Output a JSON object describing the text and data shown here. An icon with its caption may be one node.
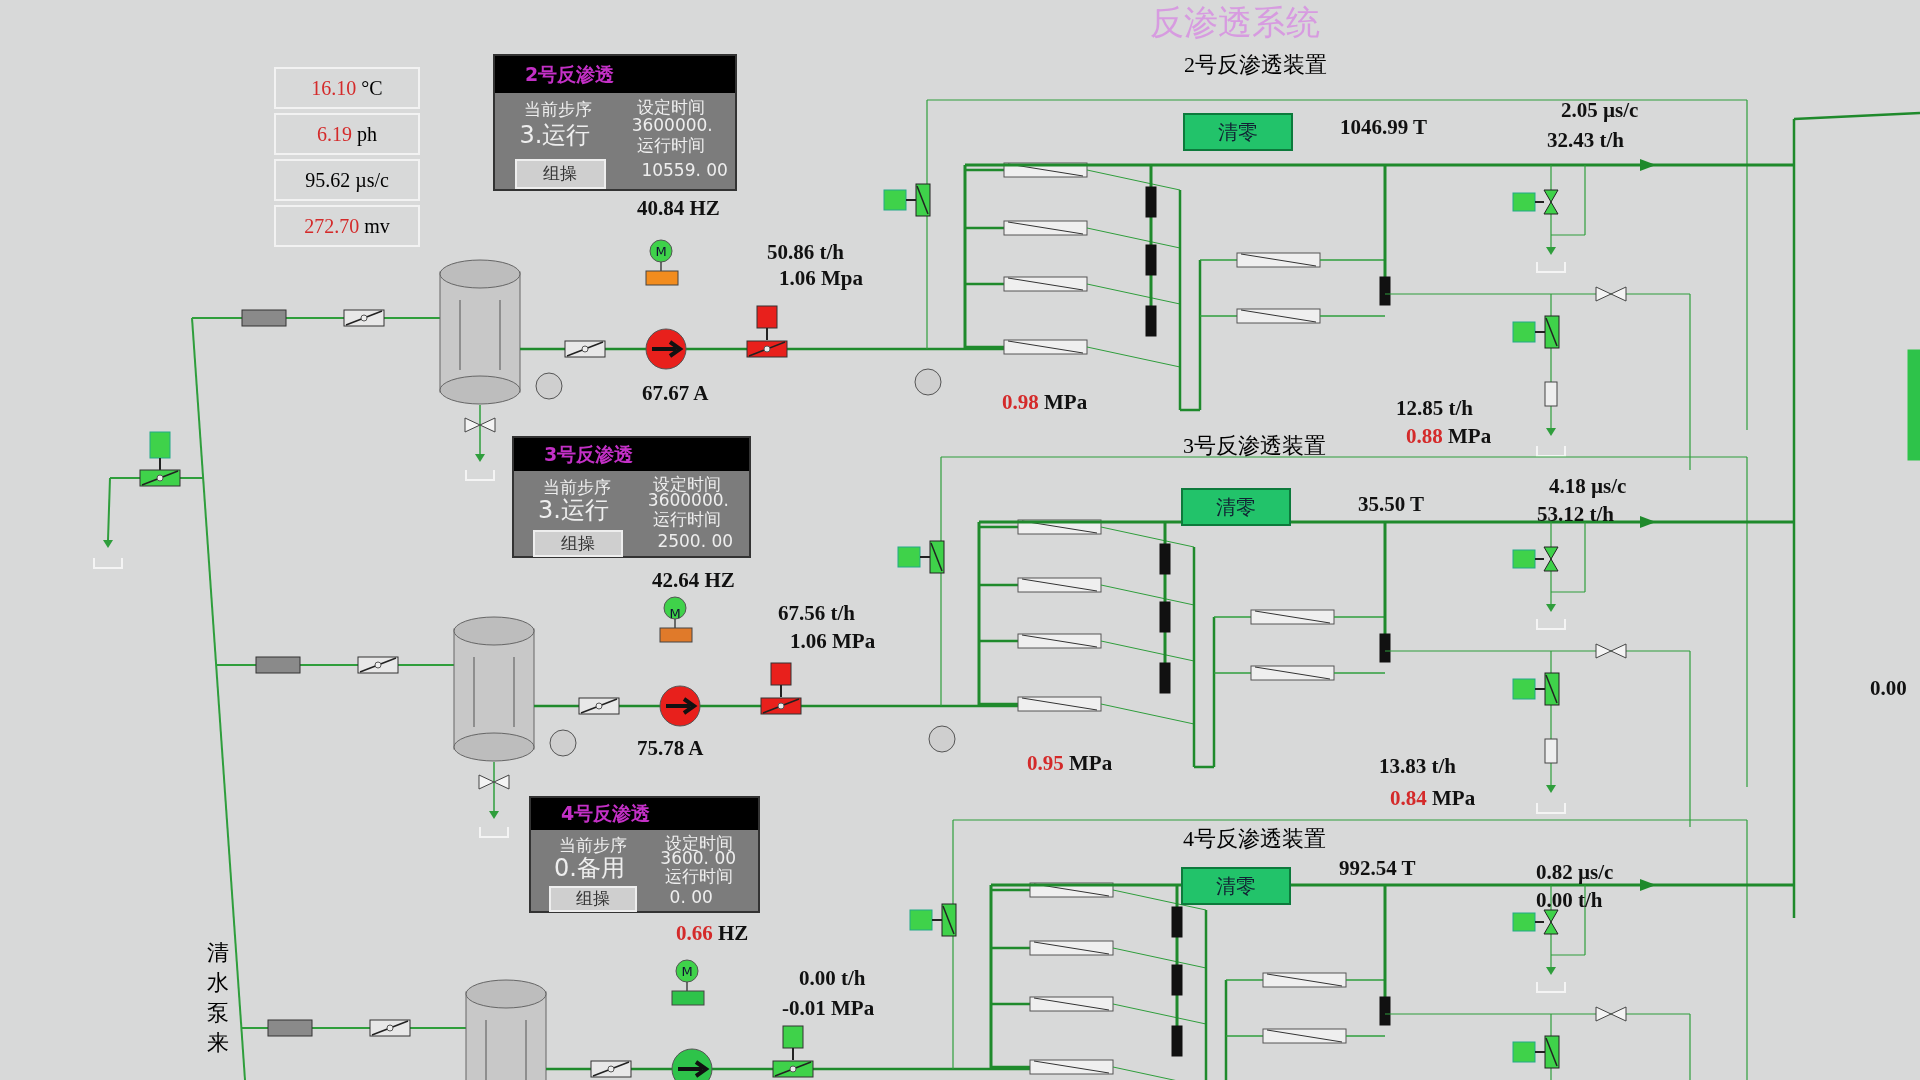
{
  "diagram": {
    "title": "反渗透系统",
    "nodes": [
      {
        "text": [
          "2号反渗透",
          "当前步序",
          "3.运行",
          "组操",
          "设定时间",
          "3600000.",
          "运行时间",
          "10559. 00"
        ]
      },
      {
        "text": [
          "3号反渗透",
          "当前步序",
          "3.运行",
          "组操",
          "设定时间",
          "3600000.",
          "运行时间",
          "2500. 00"
        ]
      },
      {
        "text": [
          "4号反渗透",
          "当前步序",
          "0.备用",
          "组操",
          "设定时间",
          "3600. 00",
          "运行时间",
          "0. 00"
        ]
      }
    ],
    "labels": [
      "16.10 °C",
      "6.19 ph",
      "95.62 µs/c",
      "272.70 mv",
      "2号反渗透装置",
      "清零",
      "1046.99 T",
      "2.05 µs/c",
      "32.43 t/h",
      "40.84 HZ",
      "M",
      "50.86 t/h",
      "1.06 Mpa",
      "67.67 A",
      "0.98 MPa",
      "12.85 t/h",
      "0.88 MPa",
      "3号反渗透装置",
      "清零",
      "35.50 T",
      "4.18 µs/c",
      "53.12 t/h",
      "42.64 HZ",
      "M",
      "67.56 t/h",
      "1.06 MPa",
      "75.78 A",
      "0.95 MPa",
      "0.00",
      "13.83 t/h",
      "0.84 MPa",
      "4号反渗透装置",
      "清零",
      "992.54 T",
      "0.82 µs/c",
      "0.00 t/h",
      "0.66 HZ",
      "M",
      "0.00 t/h",
      "-0.01 MPa",
      "清水泵来"
    ]
  }
}
